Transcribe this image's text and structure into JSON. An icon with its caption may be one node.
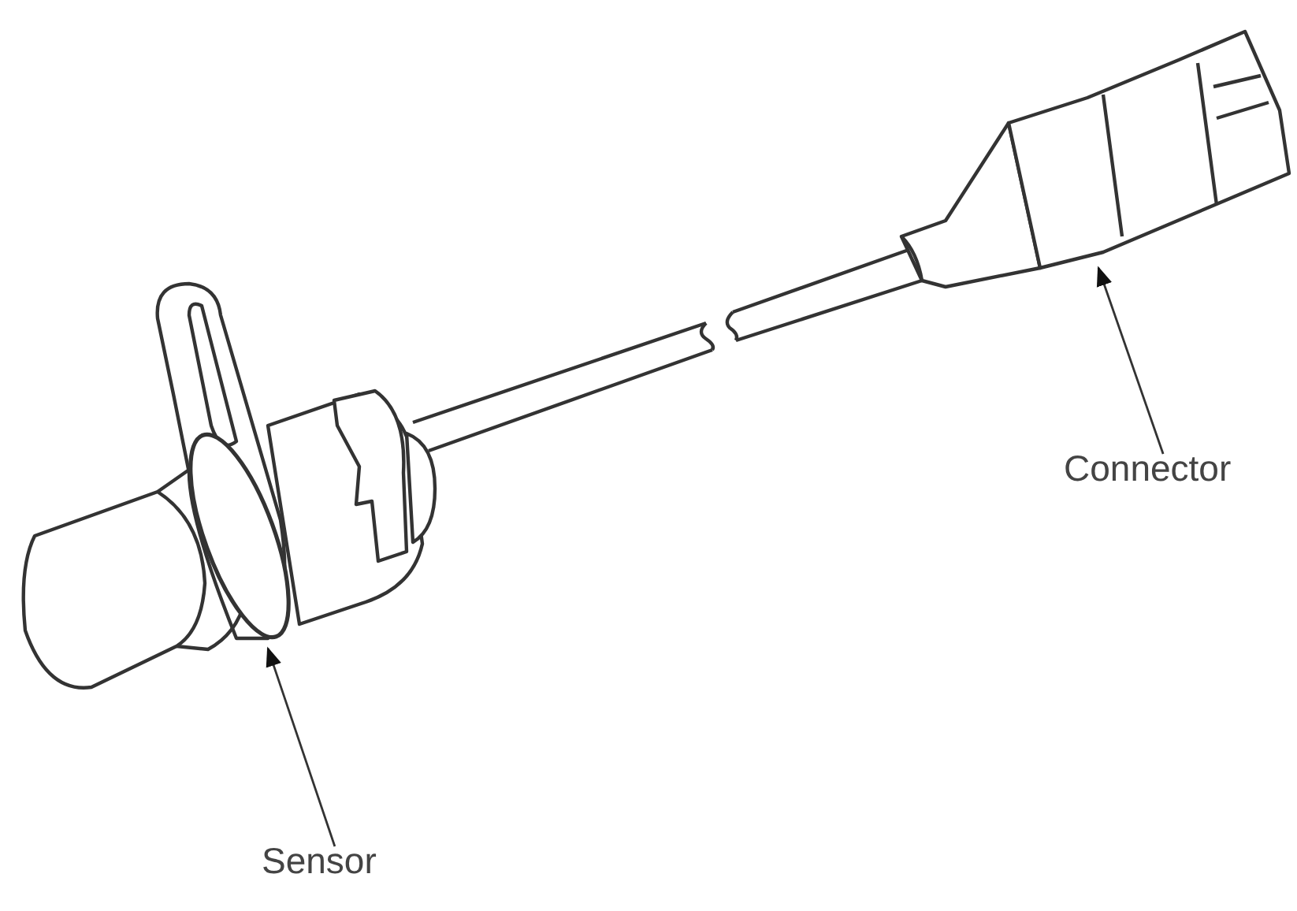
{
  "diagram": {
    "nodes": [
      {
        "text": [
          "Sensor"
        ]
      },
      {
        "text": [
          "Connector"
        ]
      },
      {
        "text": [],
        "shape": "circle"
      },
      {
        "text": [],
        "shape": "box"
      }
    ],
    "edges": [
      {
        "from": 0,
        "to": 2,
        "arrow": "to"
      },
      {
        "from": 1,
        "to": 3,
        "arrow": "to"
      }
    ]
  }
}
